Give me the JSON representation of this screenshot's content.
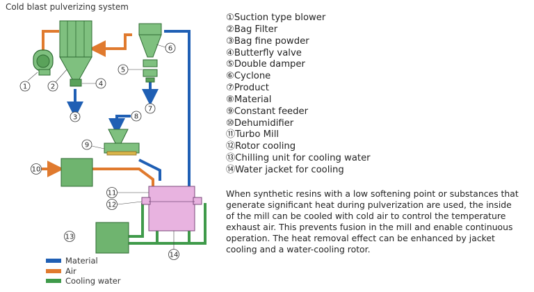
{
  "title": "Cold blast pulverizing system",
  "parts": [
    "①Suction type blower",
    "②Bag Filter",
    "③Bag fine powder",
    "④Butterfly valve",
    "⑤Double damper",
    "⑥Cyclone",
    "⑦Product",
    "⑧Material",
    "⑨Constant feeder",
    "⑩Dehumidifier",
    "⑪Turbo Mill",
    "⑫Rotor cooling",
    "⑬Chilling unit for cooling water",
    "⑭Water jacket for cooling"
  ],
  "callouts": [
    "1",
    "2",
    "3",
    "4",
    "5",
    "6",
    "7",
    "8",
    "9",
    "10",
    "11",
    "12",
    "13",
    "14"
  ],
  "description": "When synthetic resins with a low softening point or substances that generate significant heat during pulverization are used, the inside of the mill can be cooled with cold air to control the temperature exhaust air. This prevents fusion in the mill and enable continuous operation. The heat removal effect can be enhanced by jacket cooling and a water-cooling rotor.",
  "legend": [
    {
      "label": "Material",
      "color": "#1f5fb4"
    },
    {
      "label": "Air",
      "color": "#e07a2e"
    },
    {
      "label": "Cooling water",
      "color": "#3f9a4a"
    }
  ],
  "colors": {
    "equipment": "#7fc07f",
    "mill": "#e8b3e0"
  }
}
